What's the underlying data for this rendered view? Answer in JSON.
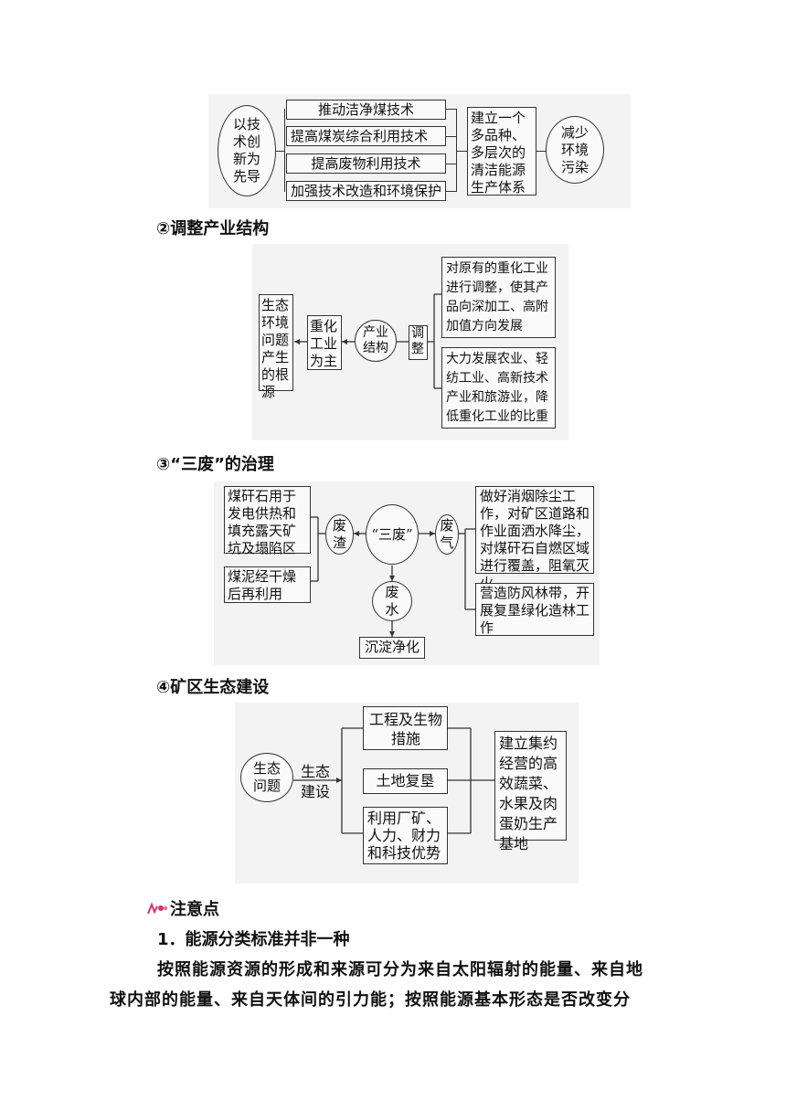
{
  "diagram1": {
    "left": "以技术创新为先导",
    "items": [
      "推动洁净煤技术",
      "提高煤炭综合利用技术",
      "提高废物利用技术",
      "加强技术改造和环境保护"
    ],
    "middle": "建立一个多品种、多层次的清洁能源生产体系",
    "right": "减少环境污染"
  },
  "section2": {
    "title": "②调整产业结构"
  },
  "diagram2": {
    "root_problem": "生态环境问题产生的根源",
    "heavy": "重化工业为主",
    "center": "产业结构",
    "adjust": "调整",
    "item1": "对原有的重化工业进行调整，使其产品向深加工、高附加值方向发展",
    "item2": "大力发展农业、轻纺工业、高新技术产业和旅游业，降低重化工业的比重"
  },
  "section3": {
    "title": "③“三废”的治理"
  },
  "diagram3": {
    "center": "“三废”",
    "slag": "废渣",
    "gas": "废气",
    "water": "废水",
    "slag_use1": "煤矸石用于发电供热和填充露天矿坑及塌陷区",
    "slag_use2": "煤泥经干燥后再利用",
    "gas_use1": "做好消烟除尘工作，对矿区道路和作业面洒水降尘，对煤矸石自燃区域进行覆盖，阻氧灭火",
    "gas_use2": "营造防风林带，开展复垦绿化造林工作",
    "water_use": "沉淀净化"
  },
  "section4": {
    "title": "④矿区生态建设"
  },
  "diagram4": {
    "problem": "生态问题",
    "build": "生态建设",
    "item1": "工程及生物措施",
    "item2": "土地复垦",
    "item3": "利用厂矿、人力、财力和科技优势",
    "result": "建立集约经营的高效蔬菜、水果及肉蛋奶生产基地"
  },
  "notes": {
    "header": "注意点",
    "point1_title": "1．能源分类标准并非一种",
    "point1_text_line1": "按照能源资源的形成和来源可分为来自太阳辐射的能量、来自地",
    "point1_text_line2": "球内部的能量、来自天体间的引力能；按照能源基本形态是否改变分"
  }
}
